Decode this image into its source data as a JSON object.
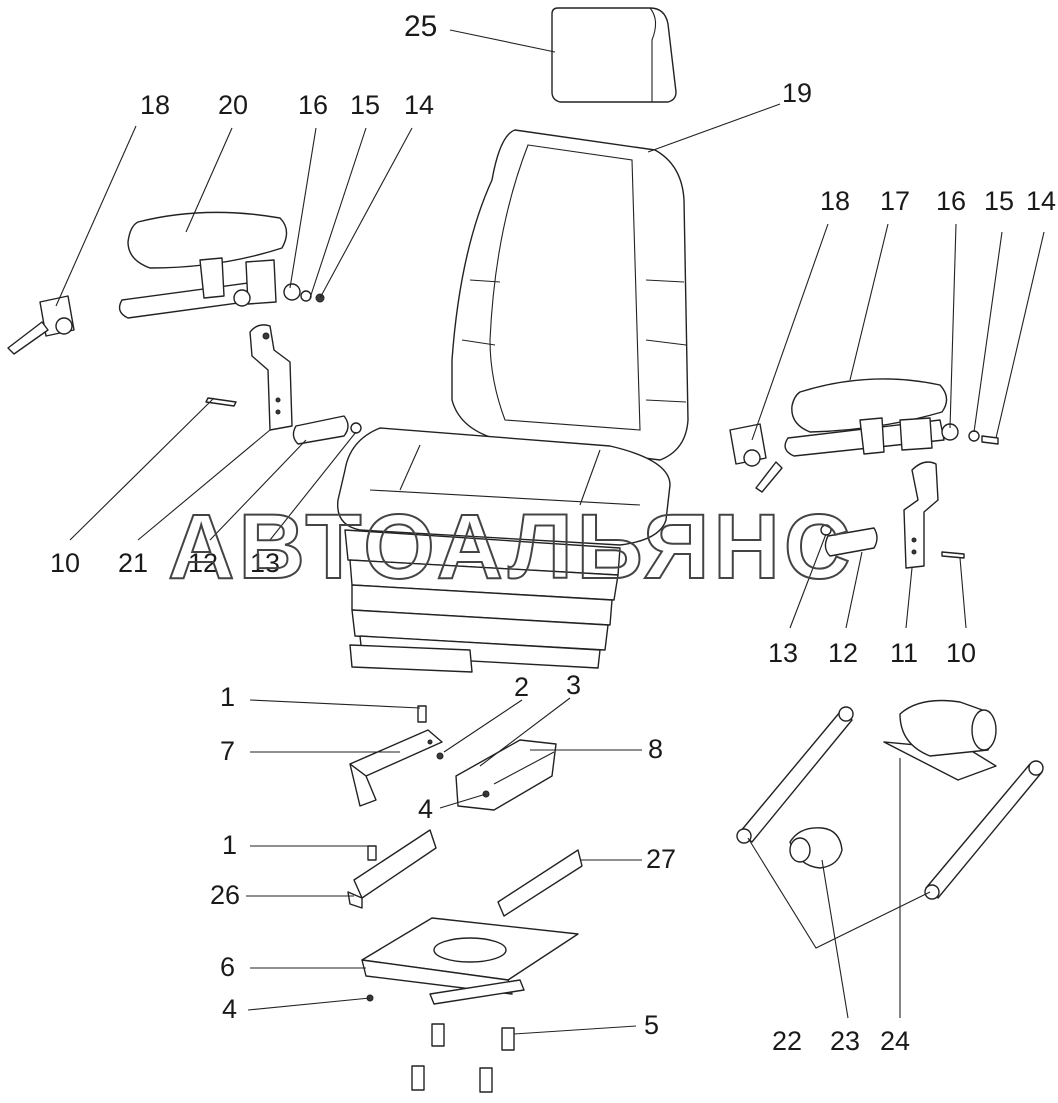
{
  "watermark": "АВТОАЛЬЯНС",
  "callouts": [
    {
      "id": "c25",
      "label": "25"
    },
    {
      "id": "c19",
      "label": "19"
    },
    {
      "id": "c18a",
      "label": "18"
    },
    {
      "id": "c20",
      "label": "20"
    },
    {
      "id": "c16a",
      "label": "16"
    },
    {
      "id": "c15a",
      "label": "15"
    },
    {
      "id": "c14a",
      "label": "14"
    },
    {
      "id": "c18b",
      "label": "18"
    },
    {
      "id": "c17",
      "label": "17"
    },
    {
      "id": "c16b",
      "label": "16"
    },
    {
      "id": "c15b",
      "label": "15"
    },
    {
      "id": "c14b",
      "label": "14"
    },
    {
      "id": "c10a",
      "label": "10"
    },
    {
      "id": "c21",
      "label": "21"
    },
    {
      "id": "c12a",
      "label": "12"
    },
    {
      "id": "c13a",
      "label": "13"
    },
    {
      "id": "c13b",
      "label": "13"
    },
    {
      "id": "c12b",
      "label": "12"
    },
    {
      "id": "c11",
      "label": "11"
    },
    {
      "id": "c10b",
      "label": "10"
    },
    {
      "id": "c1a",
      "label": "1"
    },
    {
      "id": "c2",
      "label": "2"
    },
    {
      "id": "c3",
      "label": "3"
    },
    {
      "id": "c7",
      "label": "7"
    },
    {
      "id": "c8",
      "label": "8"
    },
    {
      "id": "c4a",
      "label": "4"
    },
    {
      "id": "c1b",
      "label": "1"
    },
    {
      "id": "c26",
      "label": "26"
    },
    {
      "id": "c27",
      "label": "27"
    },
    {
      "id": "c6",
      "label": "6"
    },
    {
      "id": "c4b",
      "label": "4"
    },
    {
      "id": "c5",
      "label": "5"
    },
    {
      "id": "c22",
      "label": "22"
    },
    {
      "id": "c23",
      "label": "23"
    },
    {
      "id": "c24",
      "label": "24"
    }
  ]
}
